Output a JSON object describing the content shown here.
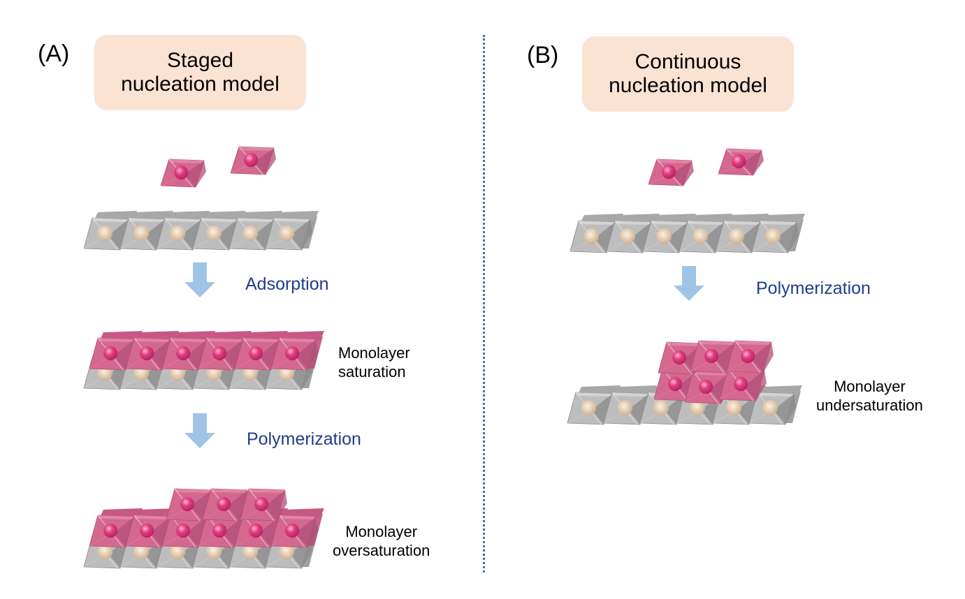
{
  "colors": {
    "title_box_bg": "#fbe3d4",
    "arrow": "#9fc4e6",
    "step_text": "#1f3d8a",
    "divider": "#4a6fa0",
    "pink_face": "#d4688f",
    "pink_face_dark": "#b24f77",
    "pink_face_light": "#e58aab",
    "pink_sphere": "#e0357a",
    "gray_face": "#bdbdbd",
    "gray_face_dark": "#8a8a8a",
    "gray_face_light": "#d9d9d9",
    "tan_sphere": "#e8cfb2"
  },
  "panels": [
    {
      "letter": "(A)",
      "title_lines": [
        "Staged",
        "nucleation model"
      ],
      "steps": [
        "Adsorption",
        "Polymerization"
      ],
      "states": [
        {
          "lines": [
            "Monolayer",
            "saturation"
          ]
        },
        {
          "lines": [
            "Monolayer",
            "oversaturation"
          ]
        }
      ]
    },
    {
      "letter": "(B)",
      "title_lines": [
        "Continuous",
        "nucleation model"
      ],
      "steps": [
        "Polymerization"
      ],
      "states": [
        {
          "lines": [
            "Monolayer",
            "undersaturation"
          ]
        }
      ]
    }
  ]
}
